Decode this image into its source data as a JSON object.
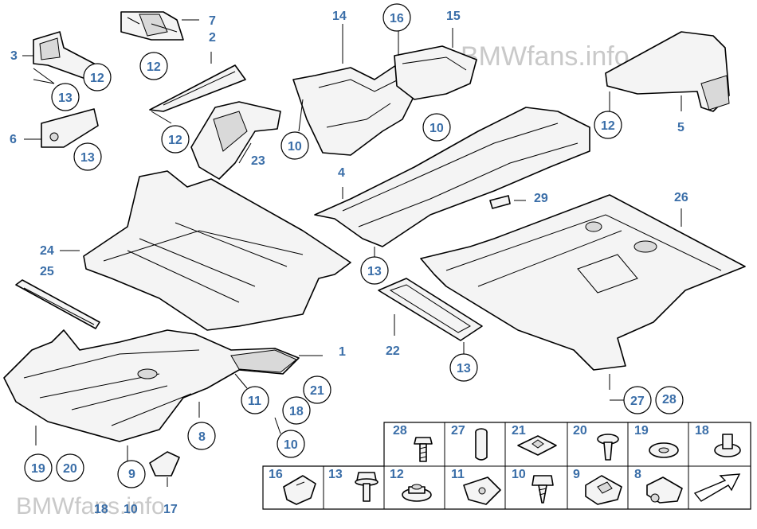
{
  "watermark": {
    "top": "BMWfans.info",
    "bottom": "BMWfans.info"
  },
  "callouts": {
    "c1": "1",
    "c2": "2",
    "c3": "3",
    "c4": "4",
    "c5": "5",
    "c6": "6",
    "c7": "7",
    "c8": "8",
    "c9": "9",
    "c10a": "10",
    "c10b": "10",
    "c10c": "10",
    "c10d": "10",
    "c11": "11",
    "c12a": "12",
    "c12b": "12",
    "c12c": "12",
    "c12d": "12",
    "c13a": "13",
    "c13b": "13",
    "c13c": "13",
    "c13d": "13",
    "c14": "14",
    "c15": "15",
    "c16": "16",
    "c17": "17",
    "c18a": "18",
    "c18b": "18",
    "c19": "19",
    "c20": "20",
    "c21": "21",
    "c22": "22",
    "c23": "23",
    "c24": "24",
    "c25": "25",
    "c26": "26",
    "c27": "27",
    "c28": "28",
    "c29": "29"
  },
  "legend_top": [
    "28",
    "27",
    "21",
    "20",
    "19",
    "18"
  ],
  "legend_bottom": [
    "16",
    "13",
    "12",
    "11",
    "10",
    "9",
    "8"
  ],
  "colors": {
    "callout": "#3a6ea8",
    "watermark": "#c9c9c9"
  }
}
